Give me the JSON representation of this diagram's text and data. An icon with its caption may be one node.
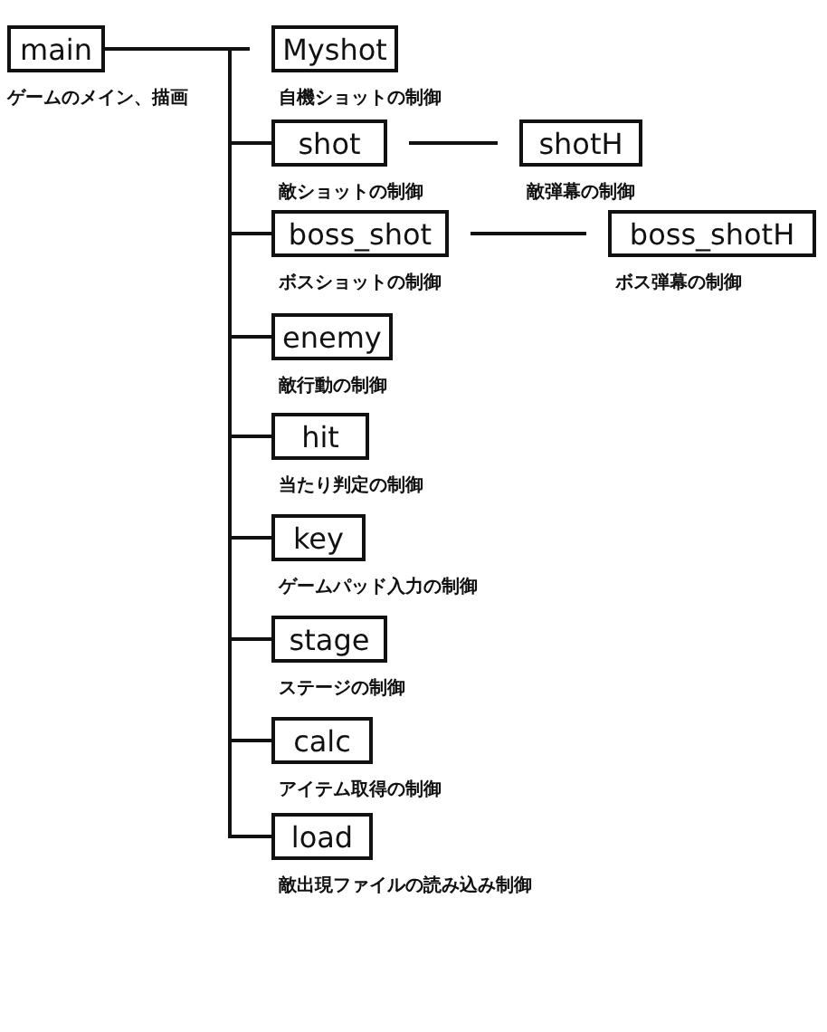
{
  "diagram": {
    "nodes": [
      {
        "text": [
          "main"
        ],
        "beside": [
          "ゲームのメイン、描画"
        ]
      },
      {
        "text": [
          "Myshot"
        ],
        "beside": [
          "自機ショットの制御"
        ]
      },
      {
        "text": [
          "shot"
        ],
        "beside": [
          "敵ショットの制御"
        ]
      },
      {
        "text": [
          "shotH"
        ],
        "beside": [
          "敵弾幕の制御"
        ]
      },
      {
        "text": [
          "boss_shot"
        ],
        "beside": [
          "ボスショットの制御"
        ]
      },
      {
        "text": [
          "boss_shotH"
        ],
        "beside": [
          "ボス弾幕の制御"
        ]
      },
      {
        "text": [
          "enemy"
        ],
        "beside": [
          "敵行動の制御"
        ]
      },
      {
        "text": [
          "hit"
        ],
        "beside": [
          "当たり判定の制御"
        ]
      },
      {
        "text": [
          "key"
        ],
        "beside": [
          "ゲームパッド入力の制御"
        ]
      },
      {
        "text": [
          "stage"
        ],
        "beside": [
          "ステージの制御"
        ]
      },
      {
        "text": [
          "calc"
        ],
        "beside": [
          "アイテム取得の制御"
        ]
      },
      {
        "text": [
          "load"
        ],
        "beside": [
          "敵出現ファイルの読み込み制御"
        ]
      }
    ],
    "edges": [
      {
        "from": 0,
        "to": 1,
        "arrow": "none"
      },
      {
        "from": 0,
        "to": 2,
        "arrow": "none"
      },
      {
        "from": 2,
        "to": 3,
        "arrow": "none"
      },
      {
        "from": 0,
        "to": 4,
        "arrow": "none"
      },
      {
        "from": 4,
        "to": 5,
        "arrow": "none"
      },
      {
        "from": 0,
        "to": 6,
        "arrow": "none"
      },
      {
        "from": 0,
        "to": 7,
        "arrow": "none"
      },
      {
        "from": 0,
        "to": 8,
        "arrow": "none"
      },
      {
        "from": 0,
        "to": 9,
        "arrow": "none"
      },
      {
        "from": 0,
        "to": 10,
        "arrow": "none"
      },
      {
        "from": 0,
        "to": 11,
        "arrow": "none"
      }
    ]
  }
}
